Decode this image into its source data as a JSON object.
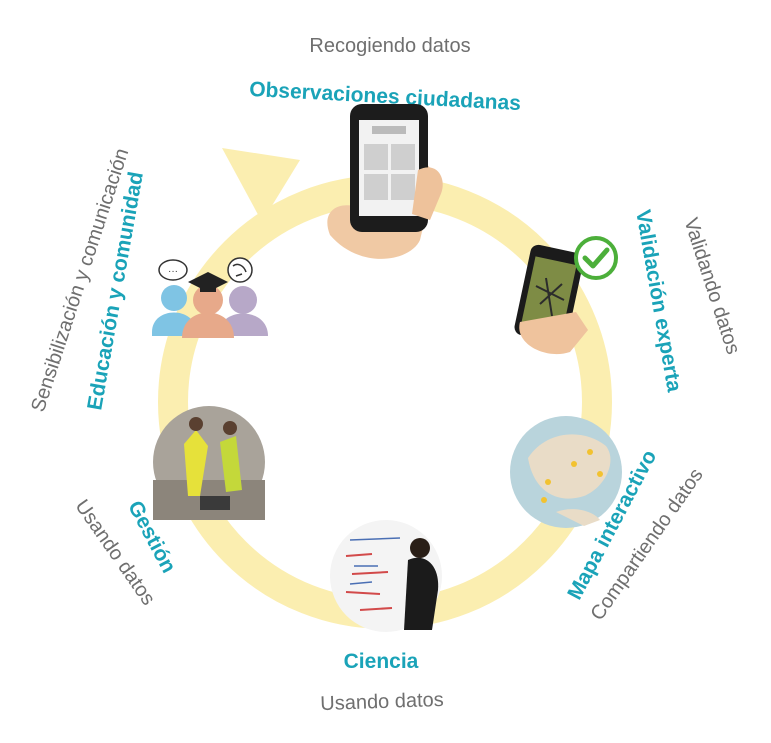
{
  "cycle": {
    "stages": [
      {
        "id": "observaciones",
        "title": "Observaciones ciudadanas",
        "subtitle": "Recogiendo datos"
      },
      {
        "id": "validacion",
        "title": "Validación experta",
        "subtitle": "Validando datos"
      },
      {
        "id": "mapa",
        "title": "Mapa interactivo",
        "subtitle": "Compartiendo datos"
      },
      {
        "id": "ciencia",
        "title": "Ciencia",
        "subtitle": "Usando datos"
      },
      {
        "id": "gestion",
        "title": "Gestión",
        "subtitle": "Usando datos"
      },
      {
        "id": "educacion",
        "title": "Educación y comunidad",
        "subtitle": "Sensibilización y comunicación"
      }
    ]
  },
  "colors": {
    "ring": "#fbeeb0",
    "title": "#1aa3b8",
    "subtitle": "#6f6f6f",
    "check": "#4caf3a"
  }
}
